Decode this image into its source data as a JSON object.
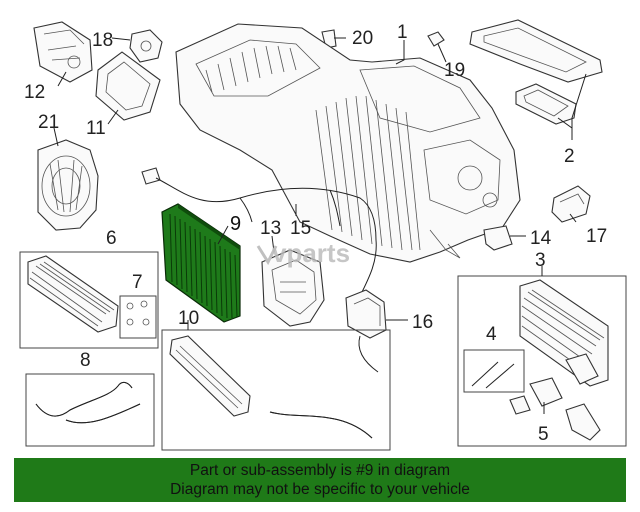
{
  "diagram": {
    "highlighted_part": "9",
    "callouts": [
      "1",
      "2",
      "3",
      "4",
      "5",
      "6",
      "7",
      "8",
      "9",
      "10",
      "11",
      "12",
      "13",
      "14",
      "15",
      "16",
      "17",
      "18",
      "19",
      "20",
      "21"
    ],
    "watermark": "vparts",
    "highlight_color": "#1f7a18"
  },
  "banner": {
    "line1": "Part or sub-assembly is #9 in diagram",
    "line2": "Diagram may not be specific to your vehicle"
  }
}
